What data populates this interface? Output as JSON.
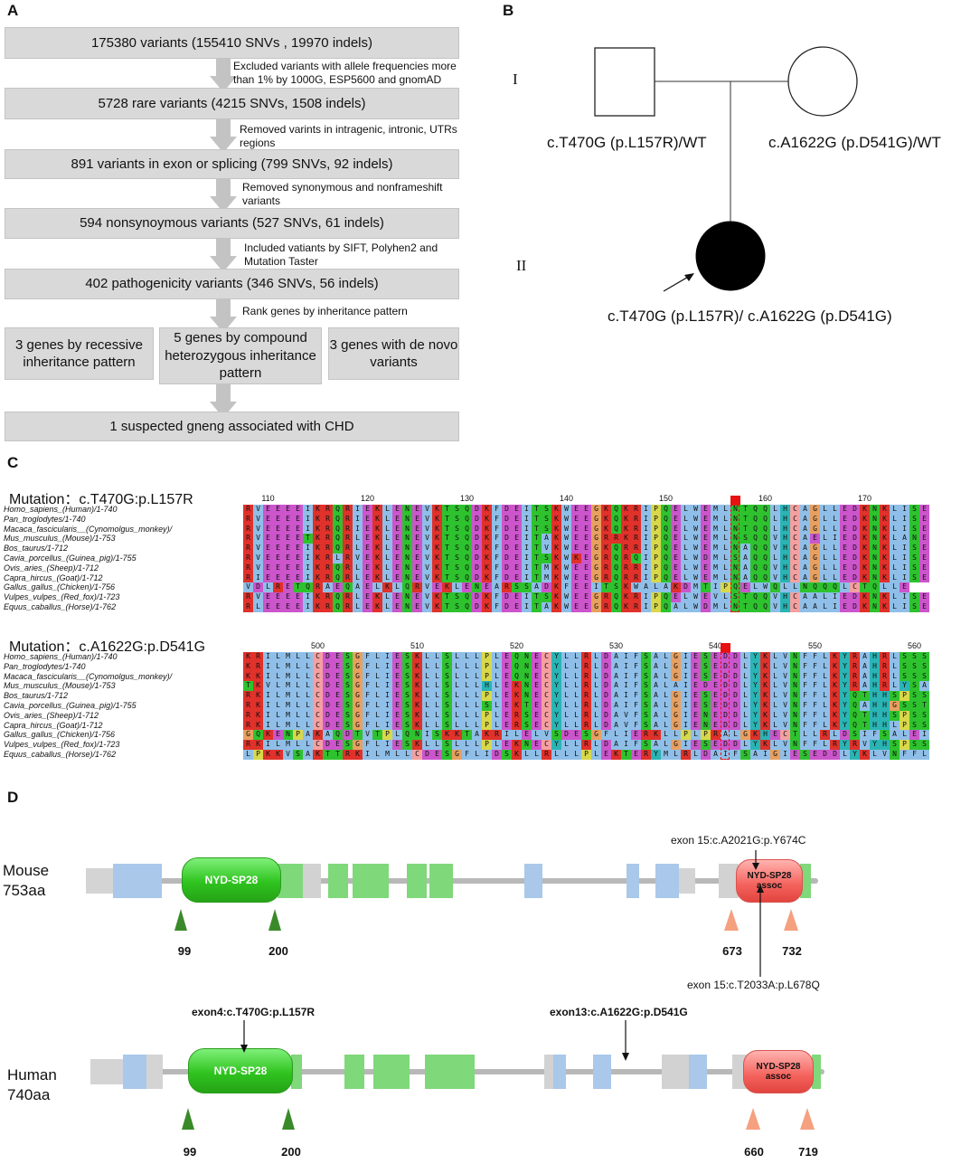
{
  "panels": {
    "a": "A",
    "b": "B",
    "c": "C",
    "d": "D"
  },
  "flow": {
    "boxes": [
      "175380 variants (155410 SNVs , 19970 indels)",
      "5728 rare variants (4215 SNVs, 1508 indels)",
      "891 variants in exon or splicing (799 SNVs, 92 indels)",
      "594 nonsynoymous variants (527 SNVs, 61 indels)",
      "402 pathogenicity variants (346 SNVs, 56 indels)"
    ],
    "notes": [
      "Excluded variants with allele frequencies more than 1% by 1000G, ESP5600 and gnomAD",
      "Removed varints in intragenic, intronic, UTRs regions",
      "Removed synonymous and nonframeshift variants",
      "Included vatiants by SIFT, Polyhen2 and Mutation Taster",
      "Rank genes by inheritance pattern"
    ],
    "split": [
      "3 genes by recessive inheritance pattern",
      "5 genes by compound heterozygous inheritance pattern",
      "3 genes with de novo variants"
    ],
    "final": "1 suspected gneng associated with CHD"
  },
  "pedigree": {
    "gen1": "I",
    "gen2": "II",
    "father": "c.T470G (p.L157R)/WT",
    "mother": "c.A1622G (p.D541G)/WT",
    "proband": "c.T470G (p.L157R)/ c.A1622G (p.D541G)"
  },
  "alignment": {
    "species": [
      "Homo_sapiens_(Human)/1-740",
      "Pan_troglodytes/1-740",
      "Macaca_fascicularis__(Cynomolgus_monkey)/",
      "Mus_musculus_(Mouse)/1-753",
      "Bos_taurus/1-712",
      "Cavia_porcellus_(Guinea_pig)/1-755",
      "Ovis_aries_(Sheep)/1-712",
      "Capra_hircus_(Goat)/1-712",
      "Gallus_gallus_(Chicken)/1-756",
      "Vulpes_vulpes_(Red_fox)/1-723",
      "Equus_caballus_(Horse)/1-762"
    ],
    "blocks": [
      {
        "title": "Mutation：c.T470G:p.L157R",
        "ticks": [
          "110",
          "120",
          "130",
          "140",
          "150",
          "160",
          "170"
        ],
        "start": 108,
        "marker": 157,
        "seqs": [
          "RVEEEEIKRQRIEKLENEVKTSQDKFDEITSKWEEGKQKRIPQELWEMLNTQQLHCAGLLEDKNKLISE",
          "RVEEEEIKRQRIEKLENEVKTSQDKFDEITSKWEEGKQKRIPQELWEMLNTQQLHCAGLLEDKNKLISE",
          "RVEEEEIKRQRIEKLENEVKTSQDKFDEITSKWEEGKQKRIPQELWEMLNTQQLHCAGLLEDKNKLISE",
          "RVEEEETKRQRLEKLENEVKTSQDKFDEITAKWEEGRRKRIPQELWEMLNSQQVHCAELIEDKNKLANE",
          "RVEEEEIKRQRLEKLENEVKTSQDKFDEITVKWEEGKQRRIPQELWEMLNAQQVHCAGLLEDKNKLISE",
          "RVEEEEIKRLRVEKLENEVKTSQDKFDEITSKWKEGRQRQIPQELWDMLSAQQLHCAGLLEDKNKLISE",
          "RVEEEEIKRQRLEKLENEVKTSQDKFDEITMKWEEGRQRRIPQELWEMLNAQQVHCAGLLEDKNKLISE",
          "RIEEEEIKRQRLEKLENEVKTSQDKFDEITMKWEEGRQRRIPQELWEMLNAQQVHCAGLLEDKNKLISE",
          "VDLRETQRAEQAELKLQRVEKLENEARSSADKFEEITSKWALAKDMTIPQELWQLLNQQQLCTQLLE",
          "RVEEEEIKRQRLEKLENEVKTSQDKFDEITSKWEEGRQKRIPQELWEVLSTQQVHCAALIEDKNKLISE",
          "RLEEEEIKRQRLEKLENEVKTSQDKFDEITAKWEEGRQKRIPQALWDMLNTQQVHCAALIEDKNKLISE"
        ]
      },
      {
        "title": "Mutation：c.A1622G:p.D541G",
        "ticks": [
          "500",
          "510",
          "520",
          "530",
          "540",
          "550",
          "560"
        ],
        "start": 493,
        "marker": 541,
        "seqs": [
          "KRILMLLCDESGFLIESKLLSLLLPLEQNECYLLRLDAIFSALGIESEDDLYKLVNFFLKYRAHRLSSS",
          "KRILMLLCDESGFLIESKLLSLLLPLEQNECYLLRLDAIFSALGIESEDDLYKLVNFFLKYRAHRLSSS",
          "KKILMLLCDESGFLIESKLLSLLLPLEQNECYLLRLDAIFSALGIESEDDLYKLVNFFLKYRAHRLSSS",
          "TKVLMLLCDESGFLIESKLLSLLLHLEKNECYLLRLDAIFSALAIEDEDDLYKLVNFFLKYRAHRLYSA",
          "RKILMLLCDESGFLIESKLLSLLLPLEKNECYLLRLDAIFSALGIESEDDLYKLVNFFLKYQTHHSPSS",
          "RKILMLLCDESGFLIESKLLSLLLSLEKTECYLLRLDAIFSALGIESEDDLYKLVNFFLKYQAHHGSST",
          "RKILMLLCDESGFLIESKLLSLLLPLERSECYLLRLDAVFSALGIENEDDLYKLVNFFLKYQTHHSPSS",
          "RKILMLLCDESGFLIESKLLSLLLPLERSECYLLRLDAVFSALGIENEDDLYKLVNFFLKYQTHHLPSS",
          "GQKENPAKAQDTVTPLQNISKKTAKRILELVSDESGFLIERKLLPLPRALGKHECTLLRLDSIFSALEI",
          "RKILMLLCDESGFLIESKLLSLLLPLEKNECYLLRLDAIFSALGIESEDDLYKLVNFFLRYRVYHSPSS",
          "LPKKVSAKTTRKILMLLCDESGFLIDSKLLRLLLPLEKTERYMLRLDAIFSAIGIESEDDLYKLVNFFL"
        ]
      }
    ]
  },
  "domains": {
    "mouse": {
      "label_line1": "Mouse",
      "label_line2": "753aa",
      "domain1": "NYD-SP28",
      "domain2_line1": "NYD-SP28",
      "domain2_line2": "assoc",
      "pos": [
        "99",
        "200",
        "673",
        "732"
      ],
      "mut_top": "exon 15:c.A2021G:p.Y674C",
      "mut_bottom": "exon 15:c.T2033A:p.L678Q"
    },
    "human": {
      "label_line1": "Human",
      "label_line2": "740aa",
      "domain1": "NYD-SP28",
      "domain2_line1": "NYD-SP28",
      "domain2_line2": "assoc",
      "pos": [
        "99",
        "200",
        "660",
        "719"
      ],
      "mut1": "exon4:c.T470G:p.L157R",
      "mut2": "exon13:c.A1622G:p.D541G"
    }
  },
  "colors": {
    "flow_box": "#d9d9d9",
    "arrow": "#c3c3c3",
    "hydrophobic": "#8fbfe8",
    "positive": "#e0312a",
    "negative": "#cc55cc",
    "polar": "#2ec22e",
    "cysteine": "#f5a0a0",
    "glycine": "#e8a060",
    "proline": "#d8d84a",
    "aromatic": "#2ab4b4",
    "marker": "#e81010",
    "domain_green": "#3bc92a",
    "domain_red": "#f4625c"
  }
}
